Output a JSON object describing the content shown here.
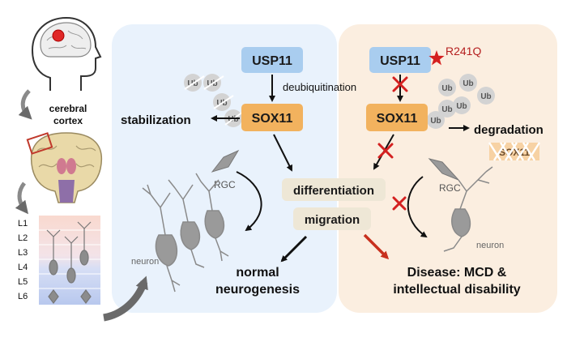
{
  "colors": {
    "left_panel": "#e9f2fc",
    "right_panel": "#fbeee0",
    "usp11_box": "#a9cdef",
    "sox11_box": "#f2b25e",
    "diff_box": "#eee7d6",
    "red_x": "#d42020",
    "red_arrow": "#c8301e",
    "neuron_gray": "#8c8c8c",
    "ub_circle": "#d3d3d3"
  },
  "left_column": {
    "cortex_label_line1": "cerebral",
    "cortex_label_line2": "cortex",
    "layers": [
      "L1",
      "L2",
      "L3",
      "L4",
      "L5",
      "L6"
    ]
  },
  "center": {
    "usp11": "USP11",
    "sox11": "SOX11",
    "deubiquitination": "deubiquitination",
    "stabilization": "stabilization",
    "rgc": "RGC",
    "neuron": "neuron",
    "differentiation": "differentiation",
    "migration": "migration",
    "normal_line1": "normal",
    "normal_line2": "neurogenesis",
    "ub": "Ub"
  },
  "right": {
    "usp11": "USP11",
    "mutation": "R241Q",
    "sox11": "SOX11",
    "degradation": "degradation",
    "degraded_sox11": "SOX11",
    "rgc": "RGC",
    "neuron": "neuron",
    "disease_line1": "Disease: MCD &",
    "disease_line2": "intellectual disability"
  }
}
